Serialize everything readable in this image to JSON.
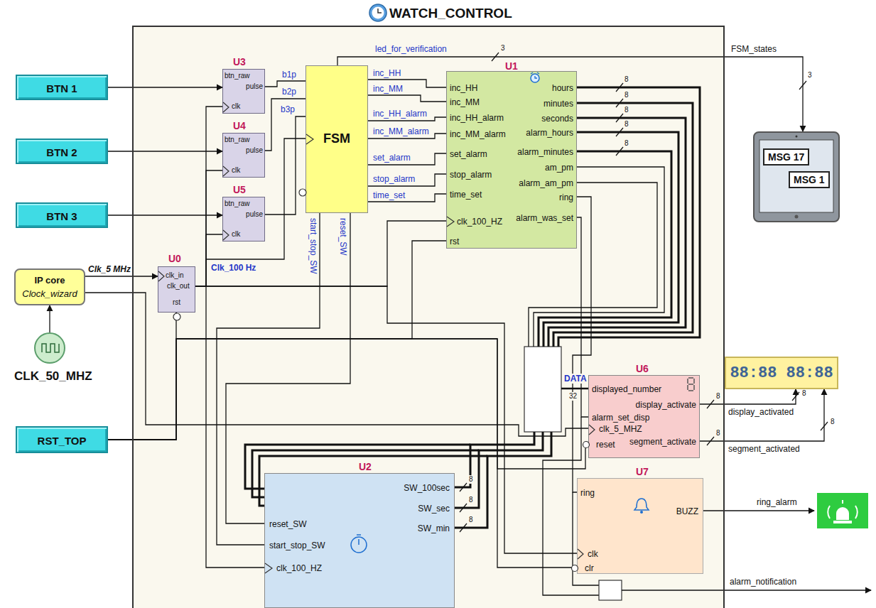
{
  "diagram": {
    "nodes": [
      {
        "text": [
          "WATCH_CONTROL"
        ]
      },
      {
        "text": [
          "BTN 1"
        ]
      },
      {
        "text": [
          "BTN 2"
        ]
      },
      {
        "text": [
          "BTN 3"
        ]
      },
      {
        "text": [
          "IP core",
          "Clock_wizard"
        ]
      },
      {
        "text": [
          "CLK_50_MHZ"
        ]
      },
      {
        "text": [
          "RST_TOP"
        ]
      },
      {
        "text": [
          "U3",
          "btn_raw",
          "pulse",
          "clk"
        ],
        "in": 0
      },
      {
        "text": [
          "U4",
          "btn_raw",
          "pulse",
          "clk"
        ],
        "in": 0
      },
      {
        "text": [
          "U5",
          "btn_raw",
          "pulse",
          "clk"
        ],
        "in": 0
      },
      {
        "text": [
          "U0",
          "clk_in",
          "clk_out",
          "rst"
        ],
        "in": 0
      },
      {
        "text": [
          "FSM"
        ],
        "in": 0
      },
      {
        "text": [
          "U1",
          "inc_HH",
          "inc_MM",
          "inc_HH_alarm",
          "inc_MM_alarm",
          "set_alarm",
          "stop_alarm",
          "time_set",
          "clk_100_HZ",
          "rst",
          "hours",
          "minutes",
          "seconds",
          "alarm_hours",
          "alarm_minutes",
          "am_pm",
          "alarm_am_pm",
          "ring",
          "alarm_was_set"
        ],
        "in": 0
      },
      {
        "text": [
          "U6",
          "displayed_number",
          "alarm_set_disp",
          "clk_5_MHZ",
          "reset",
          "display_activate",
          "segment_activate"
        ],
        "in": 0
      },
      {
        "text": [
          "U2",
          "reset_SW",
          "start_stop_SW",
          "clk_100_HZ",
          "SW_100sec",
          "SW_sec",
          "SW_min"
        ],
        "in": 0
      },
      {
        "text": [
          "U7",
          "ring",
          "BUZZ",
          "clk",
          "clr"
        ],
        "in": 0
      },
      {
        "text": [
          "MSG 17",
          "MSG 1"
        ]
      },
      {
        "text": [
          "88:88 88:88"
        ]
      }
    ],
    "edges": [
      {
        "from": 1,
        "to": 7,
        "arrow": "to"
      },
      {
        "from": 2,
        "to": 8,
        "arrow": "to"
      },
      {
        "from": 3,
        "to": 9,
        "arrow": "to"
      },
      {
        "from": 5,
        "to": 4,
        "arrow": "to"
      },
      {
        "from": 4,
        "to": 10,
        "arrow": "to",
        "label": "Clk_5 MHz"
      },
      {
        "from": 6,
        "to": 10,
        "arrow": "to"
      },
      {
        "from": 7,
        "to": 11,
        "arrow": "none",
        "label": "b1p"
      },
      {
        "from": 8,
        "to": 11,
        "arrow": "none",
        "label": "b2p"
      },
      {
        "from": 9,
        "to": 11,
        "arrow": "none",
        "label": "b3p"
      },
      {
        "from": 10,
        "to": 11,
        "arrow": "none",
        "label": "Clk_100 Hz"
      },
      {
        "from": 10,
        "to": 7,
        "arrow": "none"
      },
      {
        "from": 10,
        "to": 8,
        "arrow": "none"
      },
      {
        "from": 10,
        "to": 9,
        "arrow": "none"
      },
      {
        "from": 10,
        "to": 12,
        "arrow": "none"
      },
      {
        "from": 10,
        "to": 14,
        "arrow": "none"
      },
      {
        "from": 10,
        "to": 15,
        "arrow": "none"
      },
      {
        "from": 4,
        "to": 13,
        "arrow": "none"
      },
      {
        "from": 6,
        "to": 12,
        "arrow": "none"
      },
      {
        "from": 6,
        "to": 13,
        "arrow": "none"
      },
      {
        "from": 6,
        "to": 15,
        "arrow": "none"
      },
      {
        "from": 11,
        "to": 12,
        "arrow": "none",
        "label": "inc_HH"
      },
      {
        "from": 11,
        "to": 12,
        "arrow": "none",
        "label": "inc_MM"
      },
      {
        "from": 11,
        "to": 12,
        "arrow": "none",
        "label": "inc_HH_alarm"
      },
      {
        "from": 11,
        "to": 12,
        "arrow": "none",
        "label": "inc_MM_alarm"
      },
      {
        "from": 11,
        "to": 12,
        "arrow": "none",
        "label": "set_alarm"
      },
      {
        "from": 11,
        "to": 12,
        "arrow": "none",
        "label": "stop_alarm"
      },
      {
        "from": 11,
        "to": 12,
        "arrow": "none",
        "label": "time_set"
      },
      {
        "from": 11,
        "to": 14,
        "arrow": "none",
        "label": "start_stop_SW"
      },
      {
        "from": 11,
        "to": 14,
        "arrow": "none",
        "label": "reset_SW"
      },
      {
        "from": 11,
        "to": 16,
        "arrow": "to",
        "label": "led_for_verification"
      },
      {
        "from": 12,
        "to": 13,
        "arrow": "none"
      },
      {
        "from": 12,
        "to": 15,
        "arrow": "none"
      },
      {
        "from": 13,
        "to": 17,
        "arrow": "to",
        "label": "display_activated"
      },
      {
        "from": 13,
        "to": 17,
        "arrow": "to",
        "label": "segment_activated"
      }
    ],
    "labels": [
      "3",
      "FSM_states",
      "3",
      "8",
      "8",
      "8",
      "8",
      "8",
      "DATA",
      "32",
      "8",
      "8",
      "8",
      "8",
      "8",
      "8",
      "8",
      "ring_alarm",
      "alarm_notification"
    ]
  }
}
